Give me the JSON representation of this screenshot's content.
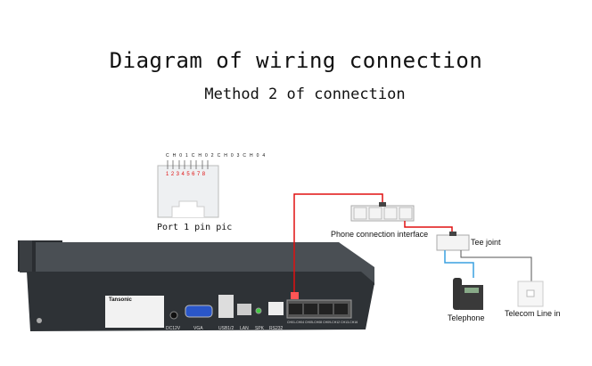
{
  "title": "Diagram of wiring connection",
  "subtitle": "Method 2 of connection",
  "port_pic": {
    "label": "Port 1 pin pic",
    "channels": [
      "CH01",
      "CH02",
      "CH03",
      "CH04"
    ],
    "pins": [
      "1",
      "2",
      "3",
      "4",
      "5",
      "6",
      "7",
      "8"
    ]
  },
  "device": {
    "brand": "Tansonic",
    "ports": [
      "DC12V",
      "VGA",
      "USB1/2",
      "LAN",
      "SPK",
      "RS232"
    ],
    "channel_ports": "CH01-CH04 CH05-CH08 CH09-CH12 CH13-CH16"
  },
  "labels": {
    "phone_interface": "Phone connection interface",
    "tee": "Tee joint",
    "telephone": "Telephone",
    "telecom": "Telecom Line in"
  },
  "colors": {
    "red_wire": "#e01010",
    "blue_wire": "#3aa0e0",
    "gray_wire": "#555555",
    "device_body": "#2e3236"
  }
}
